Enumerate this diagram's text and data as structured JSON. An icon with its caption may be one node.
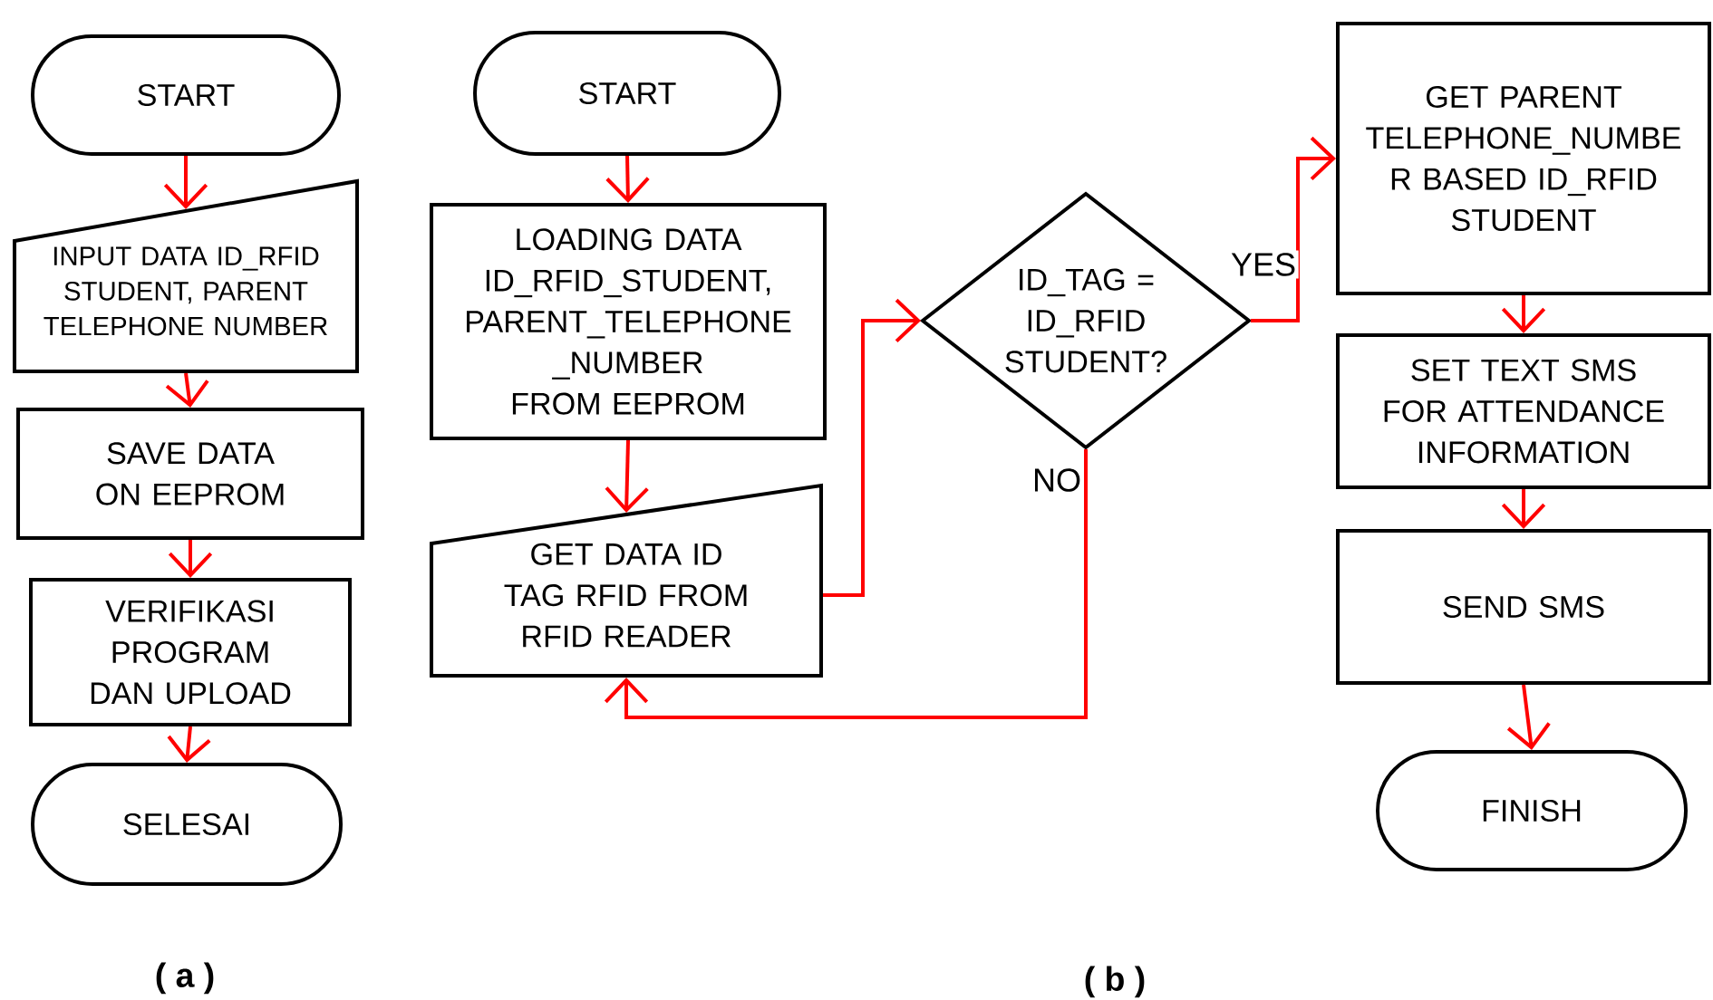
{
  "diagram": {
    "nodes": [
      {
        "text": [
          "START"
        ]
      },
      {
        "text": [
          "INPUT DATA ID_RFID STUDENT, PARENT TELEPHONE NUMBER"
        ]
      },
      {
        "text": [
          "SAVE DATA ON EEPROM"
        ]
      },
      {
        "text": [
          "VERIFIKASI PROGRAM DAN UPLOAD"
        ]
      },
      {
        "text": [
          "SELESAI"
        ]
      },
      {
        "text": [
          "START"
        ]
      },
      {
        "text": [
          "LOADING DATA ID_RFID_STUDENT, PARENT_TELEPHONE _NUMBER FROM EEPROM"
        ]
      },
      {
        "text": [
          "GET DATA ID TAG RFID FROM RFID READER"
        ]
      },
      {
        "text": [
          "ID_TAG = ID_RFID STUDENT?"
        ]
      },
      {
        "text": [
          "GET PARENT TELEPHONE_NUMBE R BASED ID_RFID STUDENT"
        ]
      },
      {
        "text": [
          "SET TEXT SMS FOR ATTENDANCE INFORMATION"
        ]
      },
      {
        "text": [
          "SEND SMS"
        ]
      },
      {
        "text": [
          "FINISH"
        ]
      }
    ],
    "edges": [
      {
        "from": 0,
        "to": 1,
        "arrow": "to"
      },
      {
        "from": 1,
        "to": 2,
        "arrow": "to"
      },
      {
        "from": 2,
        "to": 3,
        "arrow": "to"
      },
      {
        "from": 3,
        "to": 4,
        "arrow": "to"
      },
      {
        "from": 5,
        "to": 6,
        "arrow": "to"
      },
      {
        "from": 6,
        "to": 7,
        "arrow": "to"
      },
      {
        "from": 7,
        "to": 8,
        "arrow": "to"
      },
      {
        "from": 8,
        "to": 9,
        "arrow": "to",
        "label": "YES"
      },
      {
        "from": 8,
        "to": 7,
        "arrow": "to",
        "label": "NO"
      },
      {
        "from": 9,
        "to": 10,
        "arrow": "to"
      },
      {
        "from": 10,
        "to": 11,
        "arrow": "to"
      },
      {
        "from": 11,
        "to": 12,
        "arrow": "to"
      }
    ],
    "labels": [
      "( a )",
      "( b )"
    ]
  }
}
